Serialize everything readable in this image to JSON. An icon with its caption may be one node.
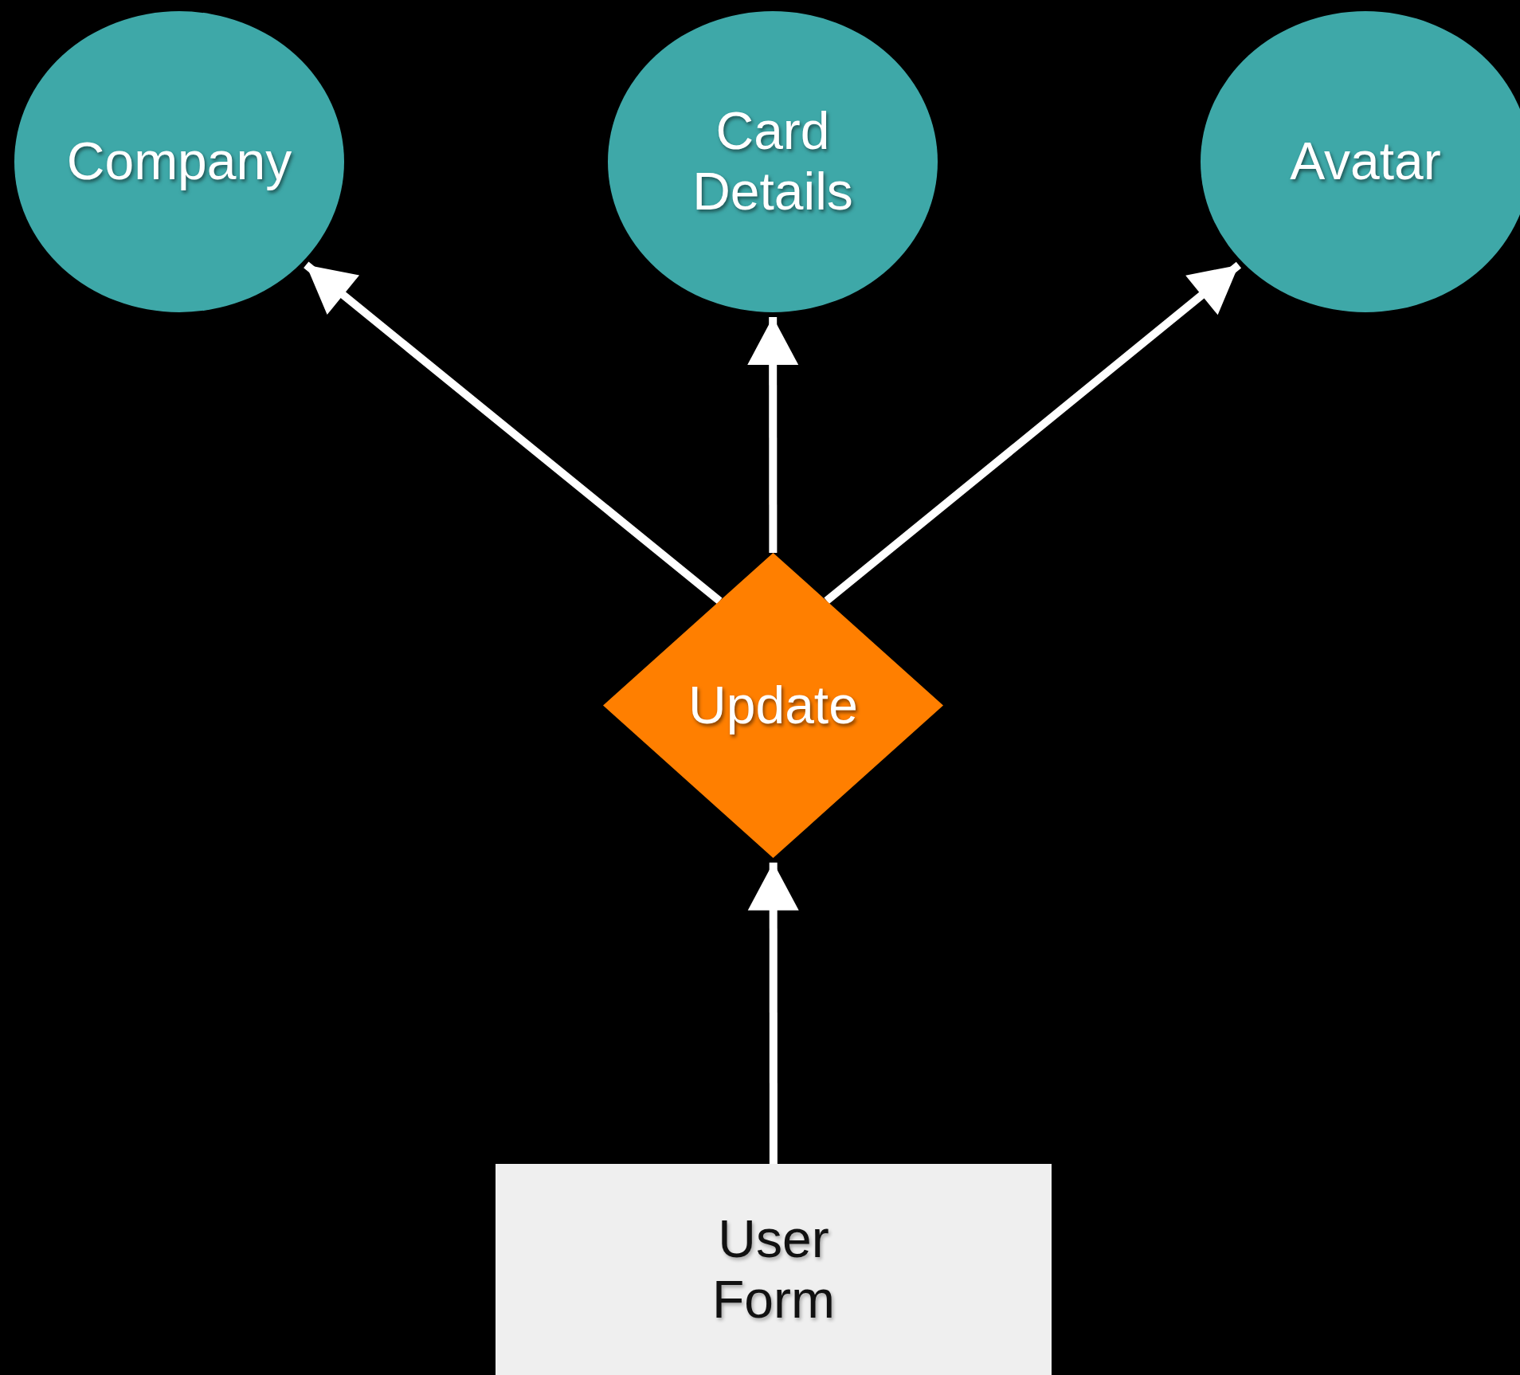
{
  "diagram": {
    "nodes": [
      {
        "text": [
          "Company"
        ]
      },
      {
        "text": [
          "Card Details"
        ]
      },
      {
        "text": [
          "Avatar"
        ]
      },
      {
        "text": [
          "Update"
        ]
      },
      {
        "text": [
          "User Form"
        ]
      }
    ],
    "edges": [
      {
        "from": 3,
        "to": 0,
        "arrow": "to"
      },
      {
        "from": 3,
        "to": 1,
        "arrow": "to"
      },
      {
        "from": 3,
        "to": 2,
        "arrow": "to"
      },
      {
        "from": 4,
        "to": 3,
        "arrow": "to"
      }
    ]
  }
}
